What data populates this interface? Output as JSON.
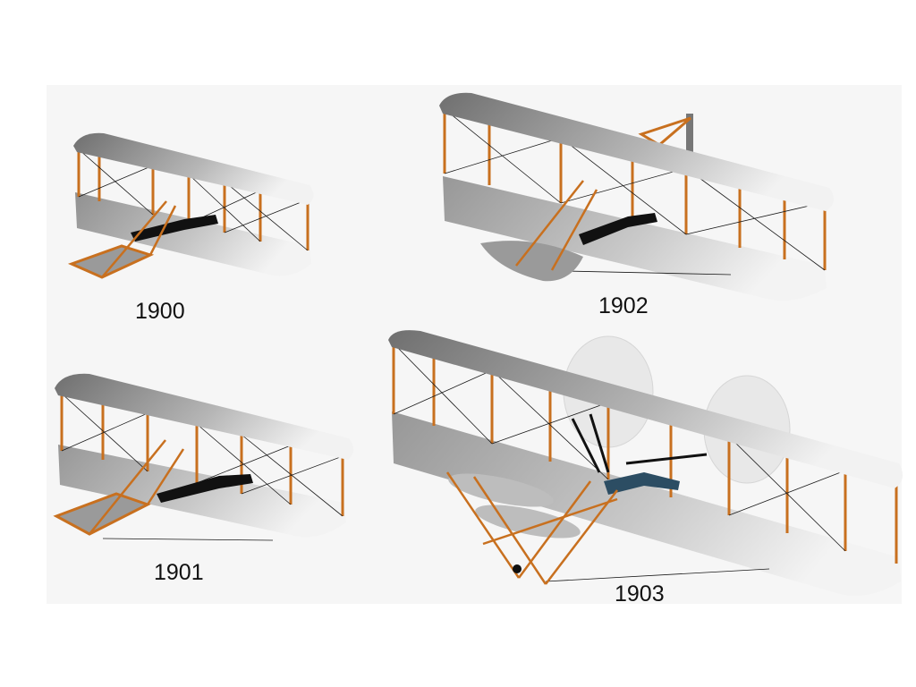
{
  "colors": {
    "background": "#ffffff",
    "panel": "#f6f6f6",
    "wing_light": "#f0f0f0",
    "wing_dark": "#7a7a7a",
    "strut": "#c8701f",
    "wire": "#1a1a1a",
    "pilot": "#111111",
    "pilot_1903": "#2c4d63",
    "propeller": "#e8e8e8",
    "label": "#111111"
  },
  "gliders": [
    {
      "id": "glider-1900",
      "year_label": "1900"
    },
    {
      "id": "glider-1901",
      "year_label": "1901"
    },
    {
      "id": "glider-1902",
      "year_label": "1902"
    },
    {
      "id": "flyer-1903",
      "year_label": "1903"
    }
  ]
}
